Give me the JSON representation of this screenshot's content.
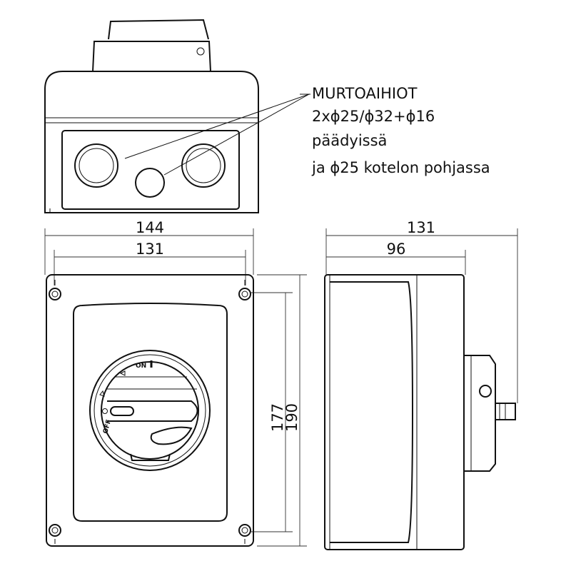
{
  "annotation": {
    "lines": [
      "MURTOAIHIOT",
      "2xϕ25/ϕ32+ϕ16",
      "päädyissä",
      "ja ϕ25 kotelon pohjassa"
    ]
  },
  "dimensions": {
    "front_total_width": "144",
    "front_screw_spacing_width": "131",
    "front_screw_spacing_height": "177",
    "front_total_height": "190",
    "side_total_depth": "131",
    "side_body_depth": "96"
  },
  "switch": {
    "on_label": "ON",
    "off_label": "OFF",
    "on_symbol": "I",
    "off_symbol": "O"
  }
}
